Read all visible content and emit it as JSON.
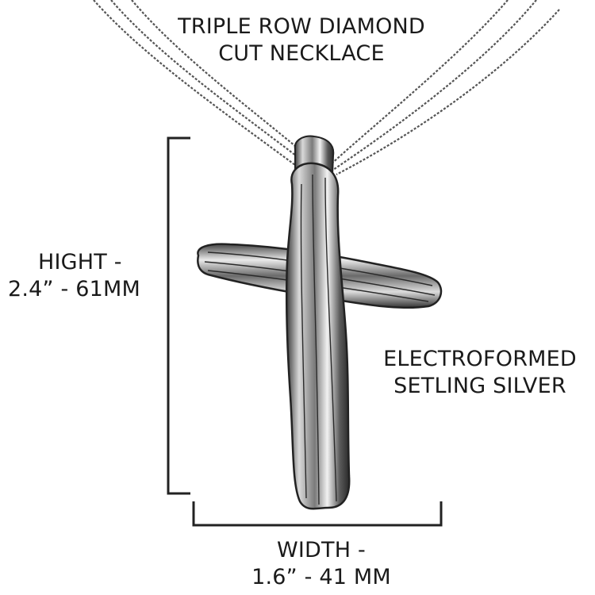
{
  "labels": {
    "necklace": {
      "line1": "TRIPLE ROW DIAMOND",
      "line2": "CUT NECKLACE"
    },
    "height": {
      "line1": "HIGHT -",
      "line2": "2.4” - 61MM"
    },
    "material": {
      "line1": "ELECTROFORMED",
      "line2": "SETLING SILVER"
    },
    "width": {
      "line1": "WIDTH -",
      "line2": "1.6” - 41 MM"
    }
  },
  "colors": {
    "background": "#ffffff",
    "text": "#1a1a1a",
    "silver_light": "#e8e8e8",
    "silver_dark": "#2b2b2b"
  }
}
